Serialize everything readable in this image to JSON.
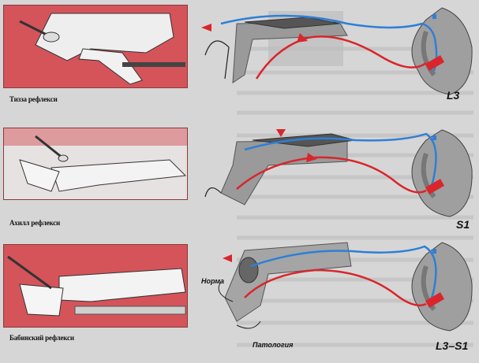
{
  "captions": {
    "knee": "Тизза рефлекси",
    "achilles": "Ахилл рефлекси",
    "babinski": "Бабинский рефлекси"
  },
  "levels": {
    "top": "L3",
    "middle": "S1",
    "bottom": "L3–S1"
  },
  "labels": {
    "norm": "Норма",
    "pathology": "Патология"
  },
  "colors": {
    "photo_bg": "#d4545a",
    "nerve_blue": "#2e7fd6",
    "arrow_red": "#d8262c",
    "cord_gray": "#8f8f8f"
  }
}
